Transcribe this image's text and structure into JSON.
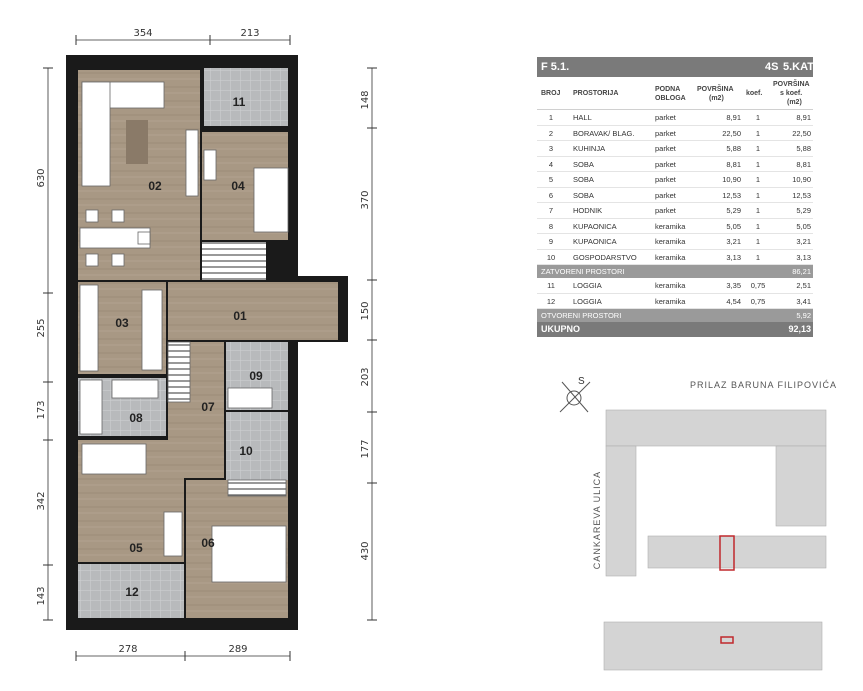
{
  "plan": {
    "dims_top": [
      "354",
      "213"
    ],
    "dims_bottom": [
      "278",
      "289"
    ],
    "dims_left": [
      "630",
      "255",
      "173",
      "342",
      "143"
    ],
    "dims_right": [
      "148",
      "370",
      "150",
      "203",
      "177",
      "430"
    ],
    "room_numbers": [
      "01",
      "02",
      "03",
      "04",
      "05",
      "06",
      "07",
      "08",
      "09",
      "10",
      "11",
      "12"
    ]
  },
  "table": {
    "unit": "F 5.1.",
    "type": "4S",
    "floor": "5.KAT",
    "headers": {
      "broj": "BROJ",
      "prostorija": "PROSTORIJA",
      "podna1": "PODNA",
      "podna2": "OBLOGA",
      "povrsina1": "POVRŠINA",
      "povrsina2": "(m2)",
      "koef": "koef.",
      "pk1": "POVRŠINA",
      "pk2": "s koef.",
      "pk3": "(m2)"
    },
    "rows": [
      {
        "no": "1",
        "name": "HALL",
        "floor": "parket",
        "area": "8,91",
        "koef": "1",
        "total": "8,91"
      },
      {
        "no": "2",
        "name": "BORAVAK/ BLAG.",
        "floor": "parket",
        "area": "22,50",
        "koef": "1",
        "total": "22,50"
      },
      {
        "no": "3",
        "name": "KUHINJA",
        "floor": "parket",
        "area": "5,88",
        "koef": "1",
        "total": "5,88"
      },
      {
        "no": "4",
        "name": "SOBA",
        "floor": "parket",
        "area": "8,81",
        "koef": "1",
        "total": "8,81"
      },
      {
        "no": "5",
        "name": "SOBA",
        "floor": "parket",
        "area": "10,90",
        "koef": "1",
        "total": "10,90"
      },
      {
        "no": "6",
        "name": "SOBA",
        "floor": "parket",
        "area": "12,53",
        "koef": "1",
        "total": "12,53"
      },
      {
        "no": "7",
        "name": "HODNIK",
        "floor": "parket",
        "area": "5,29",
        "koef": "1",
        "total": "5,29"
      },
      {
        "no": "8",
        "name": "KUPAONICA",
        "floor": "keramika",
        "area": "5,05",
        "koef": "1",
        "total": "5,05"
      },
      {
        "no": "9",
        "name": "KUPAONICA",
        "floor": "keramika",
        "area": "3,21",
        "koef": "1",
        "total": "3,21"
      },
      {
        "no": "10",
        "name": "GOSPODARSTVO",
        "floor": "keramika",
        "area": "3,13",
        "koef": "1",
        "total": "3,13"
      }
    ],
    "closed_label": "ZATVORENI PROSTORI",
    "closed_total": "86,21",
    "rows_open": [
      {
        "no": "11",
        "name": "LOGGIA",
        "floor": "keramika",
        "area": "3,35",
        "koef": "0,75",
        "total": "2,51"
      },
      {
        "no": "12",
        "name": "LOGGIA",
        "floor": "keramika",
        "area": "4,54",
        "koef": "0,75",
        "total": "3,41"
      }
    ],
    "open_label": "OTVORENI PROSTORI",
    "open_total": "5,92",
    "total_label": "UKUPNO",
    "total_value": "92,13"
  },
  "site": {
    "street_top": "PRILAZ BARUNA FILIPOVIĆA",
    "street_left": "CANKAREVA ULICA",
    "compass": "S",
    "highlight_color": "#c0282d"
  }
}
